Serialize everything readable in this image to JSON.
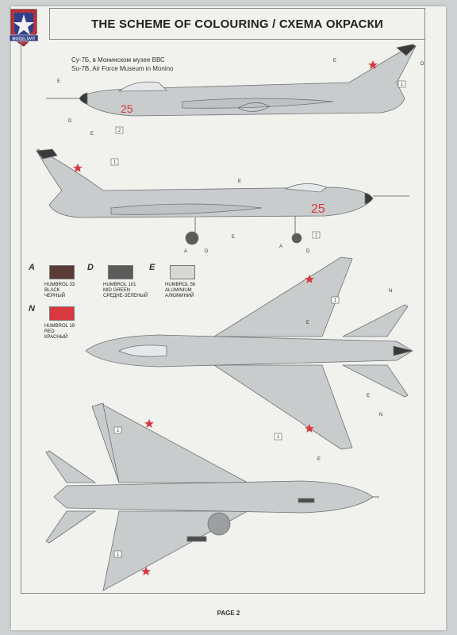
{
  "header": {
    "title": "THE SCHEME OF COLOURING / СХЕМА ОКРАСКИ",
    "logo_icon": "modelsvit-star-shield-icon",
    "logo_text": "MODELSVIT"
  },
  "caption": {
    "line_ru": "Су-7Б, в Монинском музее ВВС",
    "line_en": "Su-7B, Air Force Museum in Monino"
  },
  "aircraft": {
    "tail_number": "25",
    "star_icon": "red-star-icon"
  },
  "colours": [
    {
      "code": "A",
      "line1": "HUMBROL 33",
      "line2": "BLACK",
      "line3": "ЧЕРНЫЙ",
      "swatch": "#5a3b36"
    },
    {
      "code": "D",
      "line1": "HUMBROL 101",
      "line2": "MID GREEN",
      "line3": "СРЕДНЕ-ЗЕЛЕНЫЙ",
      "swatch": "#5c5b5a"
    },
    {
      "code": "E",
      "line1": "HUMBROL 56",
      "line2": "ALUMINIUM",
      "line3": "АЛЮМИНИЙ",
      "swatch": "#d7d7d4"
    },
    {
      "code": "N",
      "line1": "HUMBROL 19",
      "line2": "RED",
      "line3": "КРАСНЫЙ",
      "swatch": "#d8383f"
    }
  ],
  "callouts": {
    "E": "E",
    "D": "D",
    "A": "A",
    "N": "N",
    "decal1": "1",
    "decal2": "2"
  },
  "footer": {
    "page": "PAGE 2"
  },
  "palette": {
    "aircraft_fill": "#c9cccd",
    "aircraft_stroke": "#6f7274",
    "red": "#d8383f",
    "dark": "#3a3a3a"
  }
}
